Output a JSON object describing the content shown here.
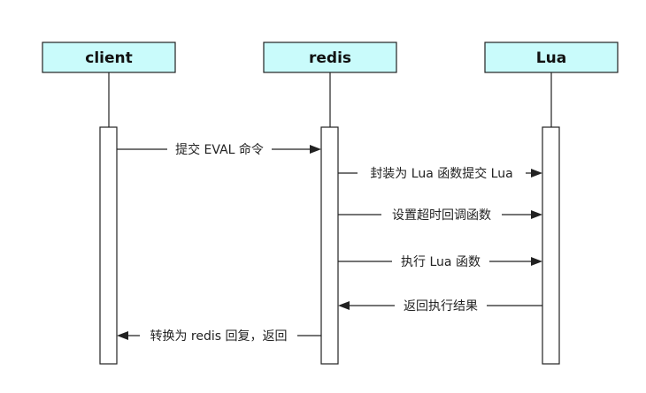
{
  "participants": {
    "client": {
      "label": "client"
    },
    "redis": {
      "label": "redis"
    },
    "lua": {
      "label": "Lua"
    }
  },
  "messages": [
    {
      "from": "client",
      "to": "redis",
      "label": "提交 EVAL 命令"
    },
    {
      "from": "redis",
      "to": "lua",
      "label": "封装为 Lua 函数提交 Lua"
    },
    {
      "from": "redis",
      "to": "lua",
      "label": "设置超时回调函数"
    },
    {
      "from": "redis",
      "to": "lua",
      "label": "执行 Lua 函数"
    },
    {
      "from": "lua",
      "to": "redis",
      "label": "返回执行结果"
    },
    {
      "from": "redis",
      "to": "client",
      "label": "转换为 redis 回复，返回"
    }
  ],
  "colors": {
    "actor_fill": "#c9fbfb",
    "stroke": "#222222"
  }
}
